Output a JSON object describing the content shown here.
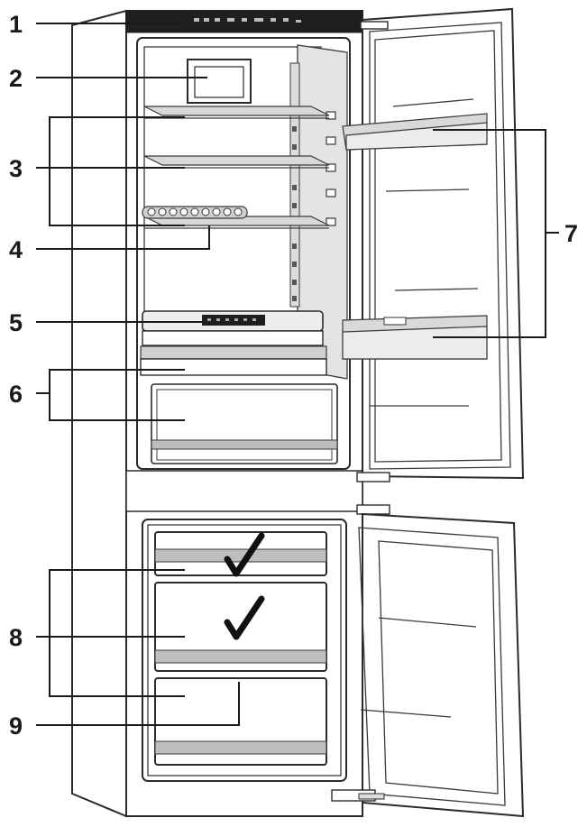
{
  "callouts": [
    {
      "id": "callout-1",
      "label": "1"
    },
    {
      "id": "callout-2",
      "label": "2"
    },
    {
      "id": "callout-3",
      "label": "3"
    },
    {
      "id": "callout-4",
      "label": "4"
    },
    {
      "id": "callout-5",
      "label": "5"
    },
    {
      "id": "callout-6",
      "label": "6"
    },
    {
      "id": "callout-7",
      "label": "7"
    },
    {
      "id": "callout-8",
      "label": "8"
    },
    {
      "id": "callout-9",
      "label": "9"
    }
  ],
  "icons": {
    "check": "check-mark-icon"
  },
  "colors": {
    "line": "#1a1a1a",
    "shelf_grey": "#d9d9d9",
    "drawer_band": "#bdbdbd"
  }
}
